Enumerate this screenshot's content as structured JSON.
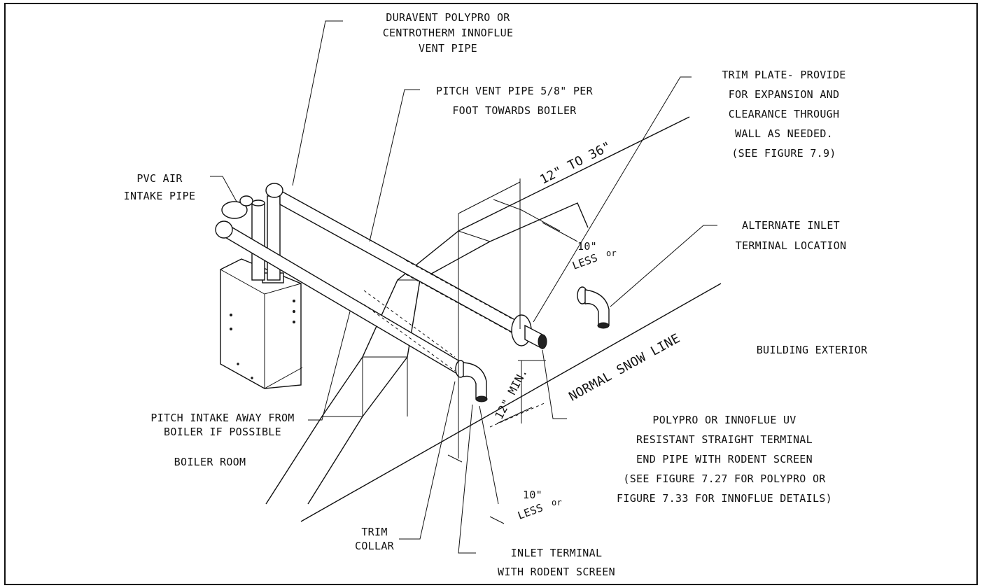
{
  "labels": {
    "vent_pipe": [
      "DURAVENT POLYPRO OR",
      "CENTROTHERM INNOFLUE",
      "VENT PIPE"
    ],
    "pitch_vent": [
      "PITCH VENT PIPE 5/8\" PER",
      "FOOT TOWARDS BOILER"
    ],
    "trim_plate": [
      "TRIM PLATE- PROVIDE",
      "FOR EXPANSION AND",
      "CLEARANCE THROUGH",
      "WALL AS NEEDED.",
      "(SEE FIGURE 7.9)"
    ],
    "air_intake": [
      "PVC AIR",
      "INTAKE PIPE"
    ],
    "alternate_inlet": [
      "ALTERNATE INLET",
      "TERMINAL LOCATION"
    ],
    "building_exterior": "BUILDING EXTERIOR",
    "snow_line": "NORMAL SNOW LINE",
    "pitch_intake": [
      "PITCH INTAKE AWAY FROM",
      "BOILER IF POSSIBLE"
    ],
    "boiler_room": "BOILER ROOM",
    "polypro_terminal": [
      "POLYPRO OR INNOFLUE UV",
      "RESISTANT STRAIGHT TERMINAL",
      "END PIPE WITH RODENT SCREEN",
      "(SEE FIGURE 7.27 FOR POLYPRO OR",
      "FIGURE 7.33 FOR INNOFLUE DETAILS)"
    ],
    "trim_collar": [
      "TRIM",
      "COLLAR"
    ],
    "inlet_terminal": [
      "INLET TERMINAL",
      "WITH RODENT SCREEN"
    ],
    "dim_spacing": "12\" TO 36\"",
    "dim_min": "12\" MIN.",
    "dim_10_upper": [
      "10\"",
      "LESS",
      "or"
    ],
    "dim_10_lower": [
      "10\"",
      "LESS",
      "or"
    ]
  }
}
